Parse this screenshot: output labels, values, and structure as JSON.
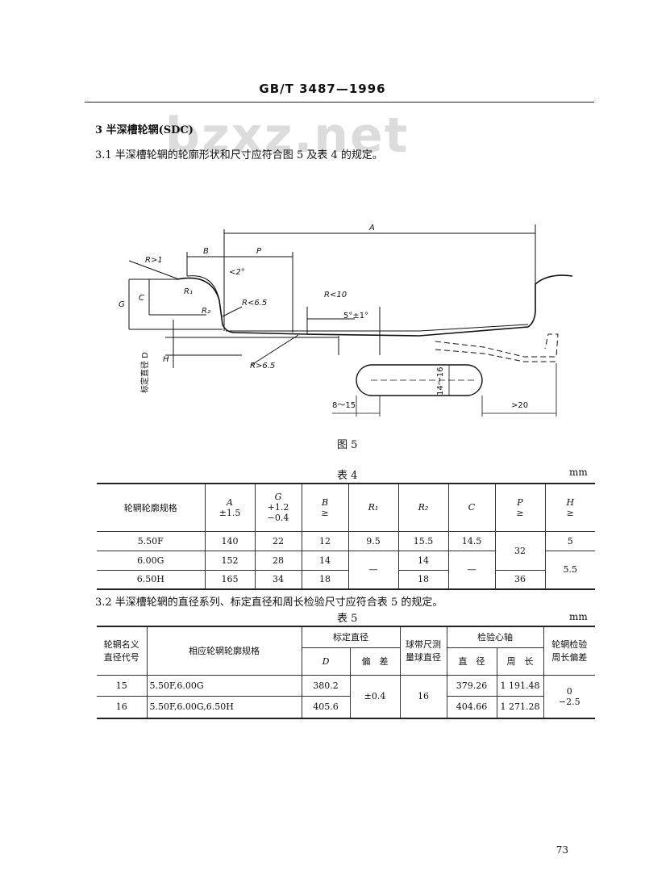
{
  "header": {
    "standard": "GB/T 3487—1996"
  },
  "watermark": "bzxz.net",
  "section3": {
    "heading": "3  半深槽轮辋(SDC)"
  },
  "clause3_1": {
    "text": "3.1  半深槽轮辋的轮廓形状和尺寸应符合图 5 及表 4 的规定。"
  },
  "figure": {
    "caption": "图 5",
    "labels": {
      "A": "A",
      "B": "B",
      "P": "P",
      "G": "G",
      "C": "C",
      "H": "H",
      "r_gt1": "R>1",
      "r1": "R₁",
      "r2": "R₂",
      "angle2": "<2°",
      "r_lt65": "R<6.5",
      "r_lt10": "R<10",
      "angle5": "5°±1°",
      "r_gt65": "R>6.5",
      "dia": "标定直径 D",
      "w14_16": "14～16",
      "w8_15": "8～15",
      "gt20": ">20"
    }
  },
  "table4": {
    "title": "表 4",
    "unit": "mm",
    "headers": {
      "spec": "轮辋轮廓规格",
      "A": "A",
      "A_tol": "±1.5",
      "G": "G",
      "G_tol1": "+1.2",
      "G_tol2": "−0.4",
      "B": "B",
      "B_sym": "≥",
      "R1": "R₁",
      "R2": "R₂",
      "C": "C",
      "P": "P",
      "P_sym": "≥",
      "H": "H",
      "H_sym": "≥"
    },
    "rows": [
      {
        "spec": "5.50F",
        "A": "140",
        "G": "22",
        "B": "12",
        "R1": "9.5",
        "R2": "15.5",
        "C": "14.5"
      },
      {
        "spec": "6.00G",
        "A": "152",
        "G": "28",
        "B": "14",
        "R2": "14"
      },
      {
        "spec": "6.50H",
        "A": "165",
        "G": "34",
        "B": "18",
        "R2": "18"
      }
    ],
    "merged": {
      "R1": "—",
      "C": "—",
      "P_a": "32",
      "P_b": "36",
      "H_a": "5",
      "H_b": "5.5"
    }
  },
  "clause3_2": {
    "text": "3.2  半深槽轮辋的直径系列、标定直径和周长检验尺寸应符合表 5 的规定。"
  },
  "table5": {
    "title": "表 5",
    "unit": "mm",
    "headers": {
      "code_l1": "轮辋名义",
      "code_l2": "直径代号",
      "spec": "相应轮辋轮廓规格",
      "nominal": "标定直径",
      "D": "D",
      "dev": "偏　差",
      "ball_l1": "球带尺测",
      "ball_l2": "量球直径",
      "mandrel": "检验心轴",
      "dia": "直　径",
      "circ": "周　长",
      "check_l1": "轮辋检验",
      "check_l2": "周长偏差"
    },
    "rows": [
      {
        "code": "15",
        "spec": "5.50F,6.00G",
        "D": "380.2",
        "dia": "379.26",
        "circ": "1 191.48"
      },
      {
        "code": "16",
        "spec": "5.50F,6.00G,6.50H",
        "D": "405.6",
        "dia": "404.66",
        "circ": "1 271.28"
      }
    ],
    "merged": {
      "dev": "±0.4",
      "ball": "16",
      "tol1": "0",
      "tol2": "−2.5"
    }
  },
  "page_number": "73"
}
